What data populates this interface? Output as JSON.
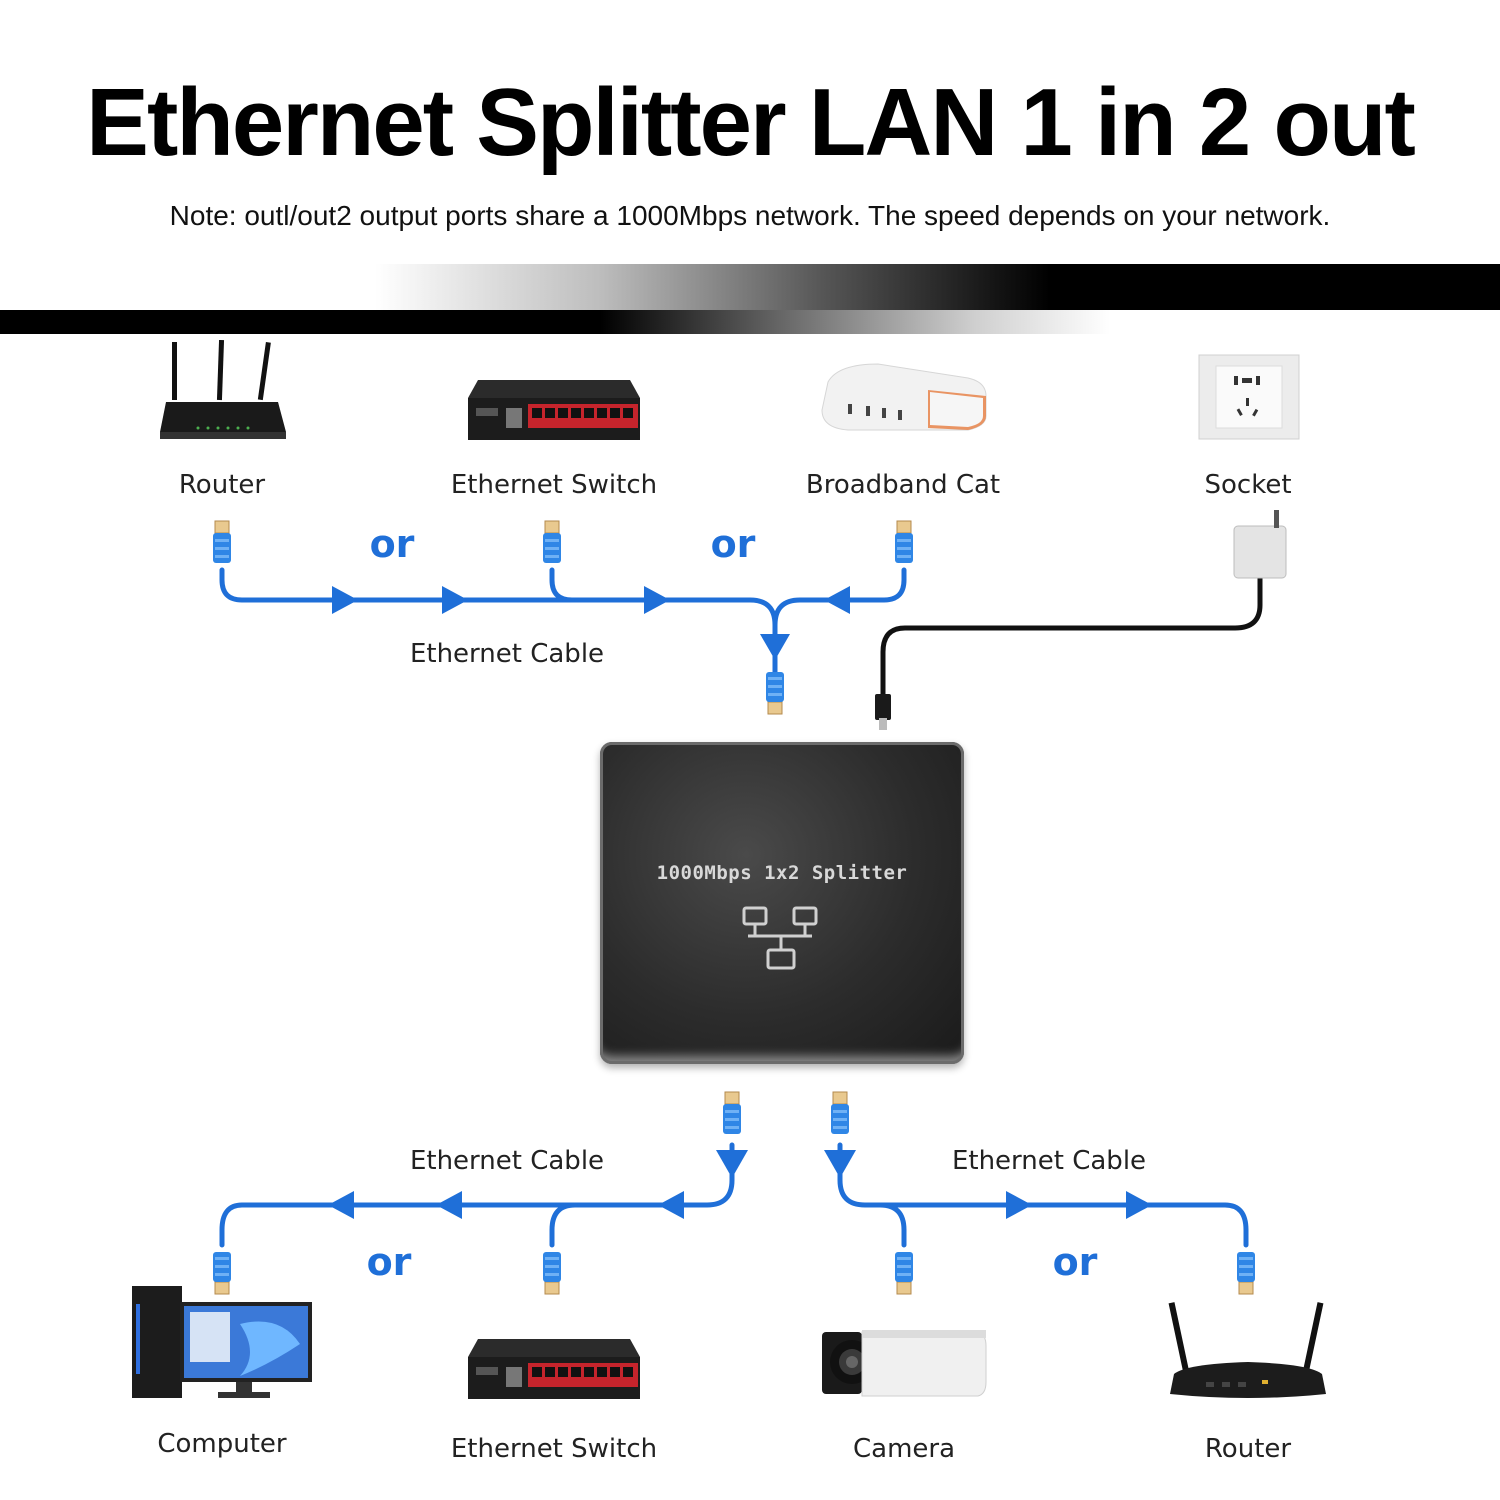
{
  "title": "Ethernet Splitter LAN 1 in 2 out",
  "note": "Note: outl/out2 output ports share a 1000Mbps network. The speed depends on your network.",
  "colors": {
    "cable": "#1f6fd8",
    "or_text": "#1f6fd8",
    "power_cable": "#111111"
  },
  "inputs": {
    "devices": [
      "Router",
      "Ethernet Switch",
      "Broadband Cat",
      "Socket"
    ],
    "or_labels": [
      "or",
      "or"
    ],
    "cable_label": "Ethernet Cable"
  },
  "splitter": {
    "label": "1000Mbps 1x2 Splitter",
    "icon": "network-icon"
  },
  "outputs": {
    "left": {
      "cable_label": "Ethernet Cable",
      "or_label": "or",
      "devices": [
        "Computer",
        "Ethernet Switch"
      ]
    },
    "right": {
      "cable_label": "Ethernet Cable",
      "or_label": "or",
      "devices": [
        "Camera",
        "Router"
      ]
    }
  }
}
